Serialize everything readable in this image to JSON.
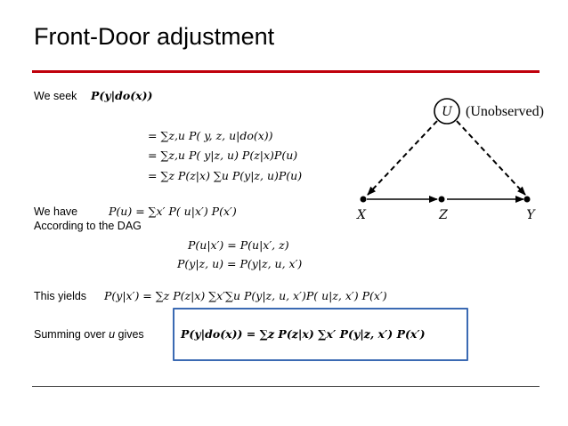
{
  "slide": {
    "title": "Front-Door adjustment"
  },
  "derivation": {
    "seek_label": "We seek",
    "seek_expr": "P(y|do(x))",
    "lines": [
      "= ∑z,u P( y, z, u|do(x))",
      "= ∑z,u P( y|z, u) P(z|x)P(u)",
      "= ∑z  P(z|x) ∑u  P(y|z, u)P(u)"
    ],
    "have_label": "We have",
    "have_expr": "P(u) = ∑x′ P( u|x′) P(x′)",
    "dag_label": "According to the DAG",
    "dag_lines": [
      "P(u|x′) = P(u|x′, z)",
      "P(y|z, u) = P(y|z, u, x′)"
    ],
    "yields_label": "This yields",
    "yields_expr": "P(y|x′) = ∑z  P(z|x) ∑x′∑u  P(y|z, u, x′)P( u|z, x′) P(x′)",
    "summing_label_pre": "Summing over ",
    "summing_label_var": "u",
    "summing_label_post": " gives",
    "result_expr": "P(y|do(x)) = ∑z  P(z|x) ∑x′ P(y|z, x′) P(x′)"
  },
  "diagram": {
    "nodes": {
      "u": "U",
      "x": "X",
      "z": "Z",
      "y": "Y"
    },
    "unobserved_label": "(Unobserved)"
  }
}
